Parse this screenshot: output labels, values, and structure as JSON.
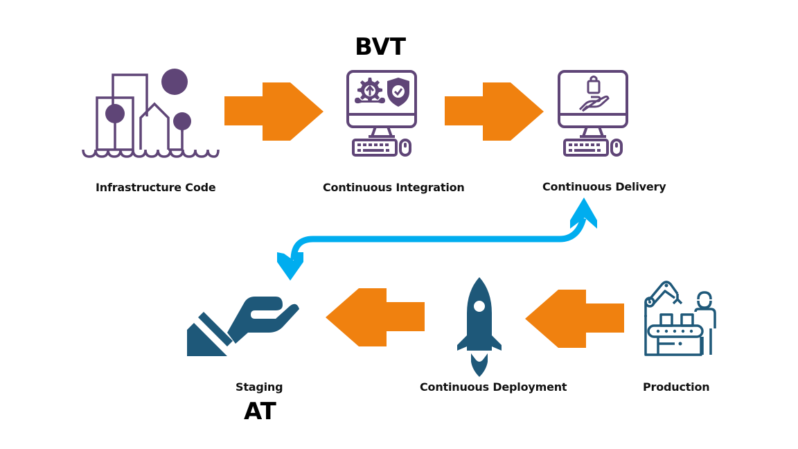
{
  "colors": {
    "purple": "#5f4577",
    "orange": "#f0810f",
    "blue_arrow": "#00adef",
    "navy": "#1e5879",
    "text": "#111111"
  },
  "stages": {
    "infrastructure_code": {
      "label": "Infrastructure Code",
      "icon": "city-buildings-icon"
    },
    "continuous_integration": {
      "label": "Continuous Integration",
      "badge": "BVT",
      "icon": "computer-gear-shield-icon"
    },
    "continuous_delivery": {
      "label": "Continuous Delivery",
      "icon": "computer-hand-bag-icon"
    },
    "staging": {
      "label": "Staging",
      "badge": "AT",
      "icon": "hand-icon"
    },
    "continuous_deployment": {
      "label": "Continuous Deployment",
      "icon": "rocket-icon"
    },
    "production": {
      "label": "Production",
      "icon": "factory-robot-worker-icon"
    }
  },
  "connections": [
    {
      "from": "Infrastructure Code",
      "to": "Continuous Integration",
      "style": "orange-arrow-right"
    },
    {
      "from": "Continuous Integration",
      "to": "Continuous Delivery",
      "style": "orange-arrow-right"
    },
    {
      "from": "Continuous Delivery",
      "to": "Staging",
      "style": "blue-double-arrow"
    },
    {
      "from": "Production",
      "to": "Continuous Deployment",
      "style": "orange-arrow-left"
    },
    {
      "from": "Continuous Deployment",
      "to": "Staging",
      "style": "orange-arrow-left"
    }
  ]
}
